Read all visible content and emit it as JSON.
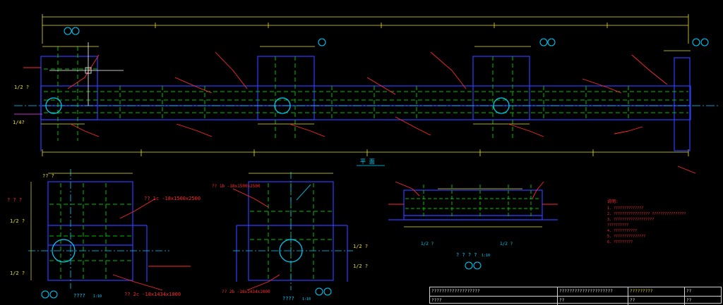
{
  "colors": {
    "background": "#000000",
    "steel_outline": "#2f3cff",
    "dimension": "#e8e020",
    "rebar_green": "#00c000",
    "callout_red": "#ff2a2a",
    "axis_cyan": "#00d0ff",
    "annotation_magenta": "#ff40ff"
  },
  "plan_title": "平 面",
  "views": {
    "main_plan": {
      "ticks_left": [
        "1/2 ?",
        "1/4?"
      ],
      "section_marks": [
        "?",
        "?",
        "?",
        "?"
      ]
    },
    "detail_left": {
      "top_label": "?? ?",
      "side_label": "1/2 ?",
      "plate_label": "?? 1c -18x1500x2500",
      "bottom_callout": "?? 2c -18x1434x1000",
      "caption": "????",
      "scale": "1:10",
      "left_marks": [
        "? ? ?",
        "1/2 ?"
      ]
    },
    "detail_mid": {
      "plate_label": "?? 1b -18x1500x2500",
      "bottom_callout": "?? 2b -18x1434x1000",
      "caption": "????",
      "scale": "1:10",
      "side_marks": [
        "1/2 ?",
        "1/2 ?"
      ]
    },
    "detail_right": {
      "title": "? ? ? ?",
      "scale": "1:10",
      "caption_marks": [
        "1/2 ?",
        "1/2 ?"
      ]
    }
  },
  "notes": {
    "heading": "说明:",
    "items": [
      "1. ??????????????",
      "2. ????????????????? ????????????????",
      "3. ???????????????????",
      "   ??????????",
      "4. ???????????",
      "5. ???????????????",
      "6. ?????????"
    ]
  },
  "title_block": {
    "company": "???????????????????",
    "project": "?????????????????????",
    "drawing_title": "?????????",
    "code": "????",
    "sheet_label": "??",
    "sheet_value": "??",
    "date_label": "??",
    "scale_label": "??"
  }
}
